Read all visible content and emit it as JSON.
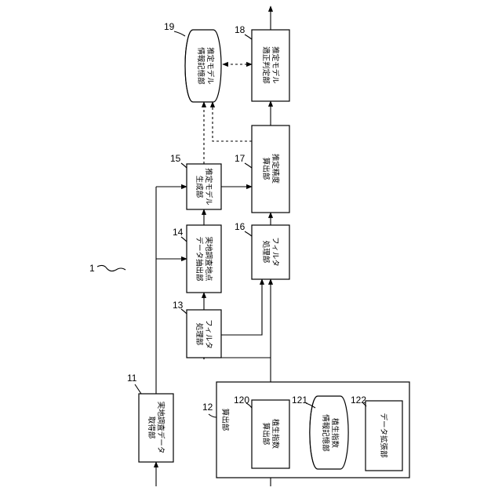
{
  "system": {
    "ref": "1"
  },
  "blocks": {
    "b11": {
      "ref": "11",
      "line1": "実地調査データ",
      "line2": "取得部"
    },
    "b12": {
      "ref": "12",
      "title": "算出部"
    },
    "b13": {
      "ref": "13",
      "line1": "フィルタ",
      "line2": "処理部"
    },
    "b14": {
      "ref": "14",
      "line1": "実地調査地点",
      "line2": "データ抽出部"
    },
    "b15": {
      "ref": "15",
      "line1": "推定モデル",
      "line2": "生成部"
    },
    "b16": {
      "ref": "16",
      "line1": "フィルタ",
      "line2": "処理部"
    },
    "b17": {
      "ref": "17",
      "line1": "推定精度",
      "line2": "算出部"
    },
    "b18": {
      "ref": "18",
      "line1": "推定モデル",
      "line2": "適正判定部"
    },
    "b19": {
      "ref": "19",
      "line1": "推定モデル",
      "line2": "情報記憶部"
    },
    "b120": {
      "ref": "120",
      "line1": "植生指数",
      "line2": "算出部"
    },
    "b121": {
      "ref": "121",
      "line1": "植生指数",
      "line2": "情報記憶部"
    },
    "b122": {
      "ref": "122",
      "line1": "データ拡張部"
    }
  }
}
